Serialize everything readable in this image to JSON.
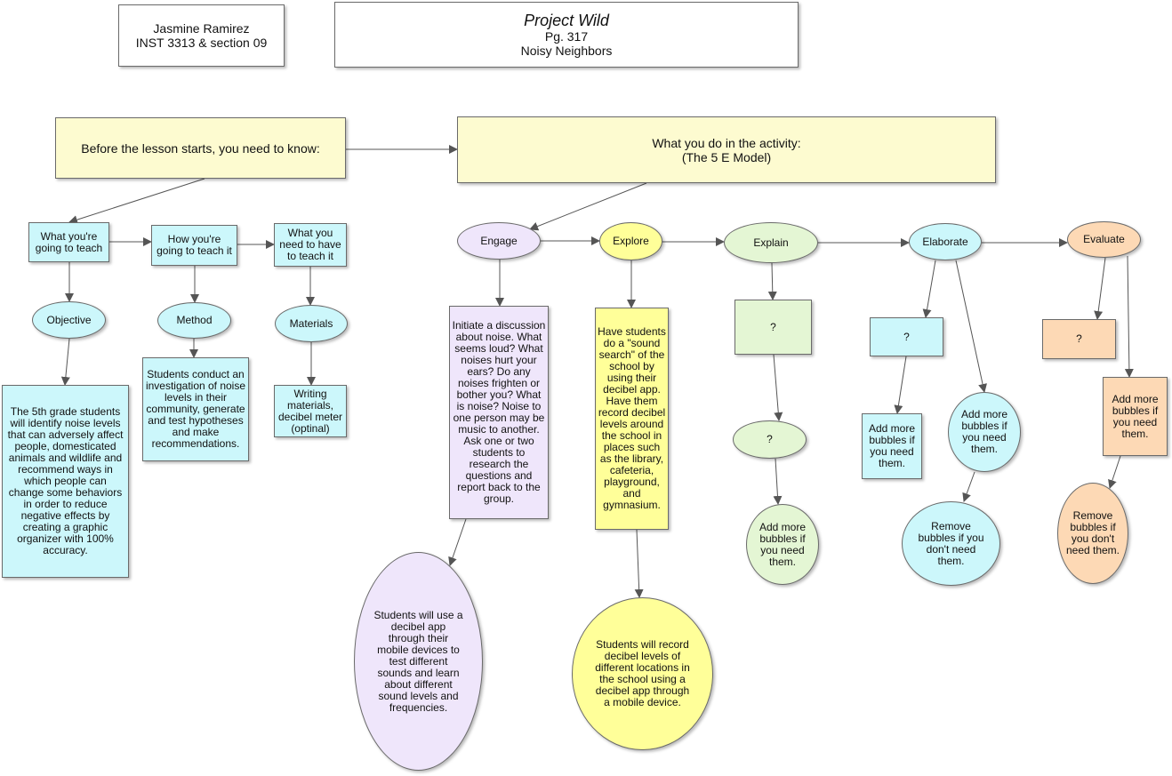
{
  "header": {
    "author_name": "Jasmine Ramirez",
    "course": "INST 3313 & section 09",
    "project_title": "Project Wild",
    "page": "Pg. 317",
    "lesson": "Noisy Neighbors"
  },
  "left": {
    "before_box": "Before the lesson starts, you need to know:",
    "what_teach": "What you're going to teach",
    "how_teach": "How you're going to teach it",
    "need_have": "What you need to have to teach it",
    "objective": "Objective",
    "method": "Method",
    "materials": "Materials",
    "objective_text": "The 5th grade students will identify noise levels that can adversely affect people, domesticated animals and wildlife and recommend ways in which people can change some behaviors in order to reduce negative effects by creating a graphic organizer with 100% accuracy.",
    "method_text": "Students conduct an investigation of noise levels in their community, generate and test hypotheses and make recommendations.",
    "materials_text": "Writing materials, decibel meter (optinal)"
  },
  "activity": {
    "title_line1": "What you do in the activity:",
    "title_line2": "(The 5 E Model)",
    "engage": "Engage",
    "explore": "Explore",
    "explain": "Explain",
    "elaborate": "Elaborate",
    "evaluate": "Evaluate",
    "engage_text": "Initiate a discussion about noise. What seems loud? What noises hurt your ears? Do any noises frighten or bother you? What is noise? Noise to one person may be music to another. Ask one or two students to research the questions and report back to the group.",
    "engage_bubble": "Students will use a decibel app through their mobile devices to test different sounds and learn about different sound levels and frequencies.",
    "explore_text": "Have students do a \"sound search\" of the school by using their decibel app. Have them record decibel levels around the school in places such as the library, cafeteria, playground, and gymnasium.",
    "explore_bubble": "Students will record decibel levels of different locations in the school using a decibel app through a mobile device.",
    "explain_box": "?",
    "explain_ellipse": "?",
    "explain_more": "Add more bubbles if you need them.",
    "elaborate_box": "?",
    "elaborate_rect_more": "Add more bubbles if you need them.",
    "elaborate_ell_more": "Add more bubbles if you need them.",
    "elaborate_remove": "Remove bubbles if you don't need them.",
    "evaluate_box": "?",
    "evaluate_more": "Add more bubbles if you need them.",
    "evaluate_remove": "Remove bubbles if you don't need them."
  }
}
